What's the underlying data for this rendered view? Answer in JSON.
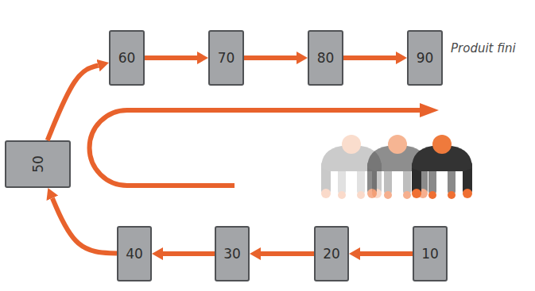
{
  "diagram": {
    "nodes": [
      {
        "text": [
          "60"
        ]
      },
      {
        "text": [
          "70"
        ]
      },
      {
        "text": [
          "80"
        ]
      },
      {
        "text": [
          "90"
        ]
      },
      {
        "text": [
          "50"
        ]
      },
      {
        "text": [
          "40"
        ]
      },
      {
        "text": [
          "30"
        ]
      },
      {
        "text": [
          "20"
        ]
      },
      {
        "text": [
          "10"
        ]
      }
    ],
    "edges": [
      {
        "from": 8,
        "to": 7,
        "arrow": "to"
      },
      {
        "from": 7,
        "to": 6,
        "arrow": "to"
      },
      {
        "from": 6,
        "to": 5,
        "arrow": "to"
      },
      {
        "from": 5,
        "to": 4,
        "arrow": "to"
      },
      {
        "from": 4,
        "to": 0,
        "arrow": "to"
      },
      {
        "from": 0,
        "to": 1,
        "arrow": "to"
      },
      {
        "from": 1,
        "to": 2,
        "arrow": "to"
      },
      {
        "from": 2,
        "to": 3,
        "arrow": "to"
      }
    ],
    "labels": [
      "Produit fini"
    ]
  }
}
